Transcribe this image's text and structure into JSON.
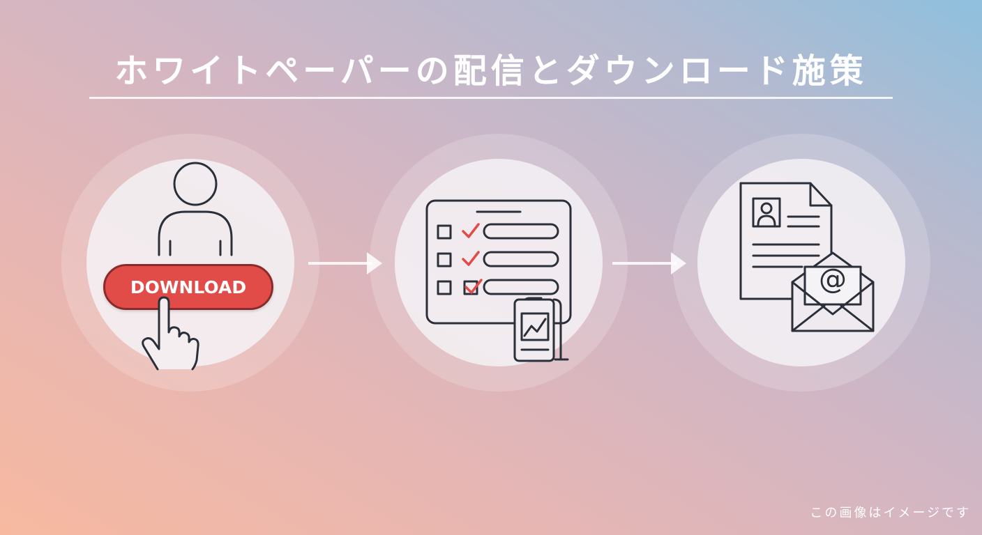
{
  "title": "ホワイトペーパーの配信とダウンロード施策",
  "steps": [
    {
      "icon": "user-download-icon",
      "button_label": "DOWNLOAD"
    },
    {
      "icon": "checklist-form-icon"
    },
    {
      "icon": "document-email-icon"
    }
  ],
  "note": "この画像はイメージです",
  "colors": {
    "accent": "#e14b48",
    "line": "#2b2f3a",
    "check": "#e14b48"
  }
}
